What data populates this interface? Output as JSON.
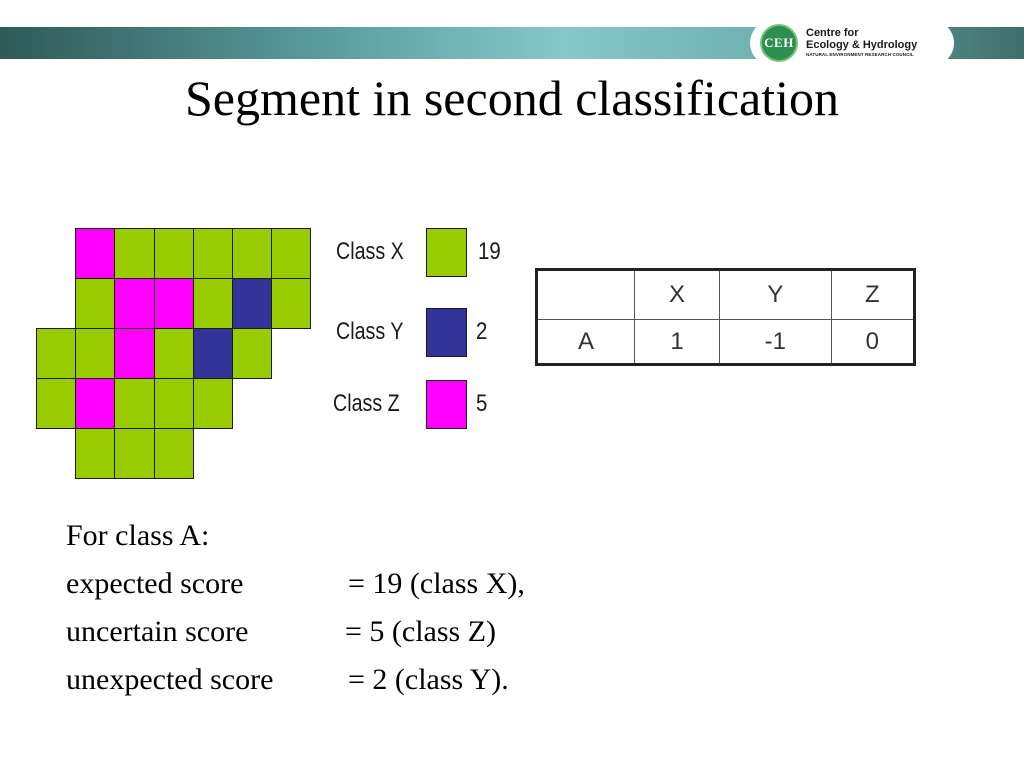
{
  "logo": {
    "seal_text": "CEH",
    "line1": "Centre for",
    "line2": "Ecology & Hydrology",
    "line3": "NATURAL ENVIRONMENT RESEARCH COUNCIL"
  },
  "title": "Segment in second classification",
  "colors": {
    "class_x": "#99cc00",
    "class_y": "#333399",
    "class_z": "#ff00ff",
    "banner": "#5fa3a3"
  },
  "grid": {
    "rows": [
      {
        "start": 1,
        "cells": [
          "Z",
          "X",
          "X",
          "X",
          "X",
          "X"
        ]
      },
      {
        "start": 1,
        "cells": [
          "X",
          "Z",
          "Z",
          "X",
          "Y",
          "X"
        ]
      },
      {
        "start": 0,
        "cells": [
          "X",
          "X",
          "Z",
          "X",
          "Y",
          "X"
        ]
      },
      {
        "start": 0,
        "cells": [
          "X",
          "Z",
          "X",
          "X",
          "X"
        ]
      },
      {
        "start": 1,
        "cells": [
          "X",
          "X",
          "X"
        ]
      }
    ]
  },
  "legend": [
    {
      "label": "Class X",
      "key": "X",
      "count": "19"
    },
    {
      "label": "Class Y",
      "key": "Y",
      "count": "2"
    },
    {
      "label": "Class Z",
      "key": "Z",
      "count": "5"
    }
  ],
  "table": {
    "header": [
      "",
      "X",
      "Y",
      "Z"
    ],
    "rows": [
      [
        "A",
        "1",
        "-1",
        "0"
      ]
    ]
  },
  "explanation": {
    "heading": "For class A:",
    "lines": [
      {
        "label": "expected score",
        "value": "= 19 (class X),",
        "offset": 282
      },
      {
        "label": "uncertain score",
        "value": "= 5 (class Z)",
        "offset": 279
      },
      {
        "label": "unexpected score",
        "value": "= 2 (class Y).",
        "offset": 282
      }
    ]
  }
}
